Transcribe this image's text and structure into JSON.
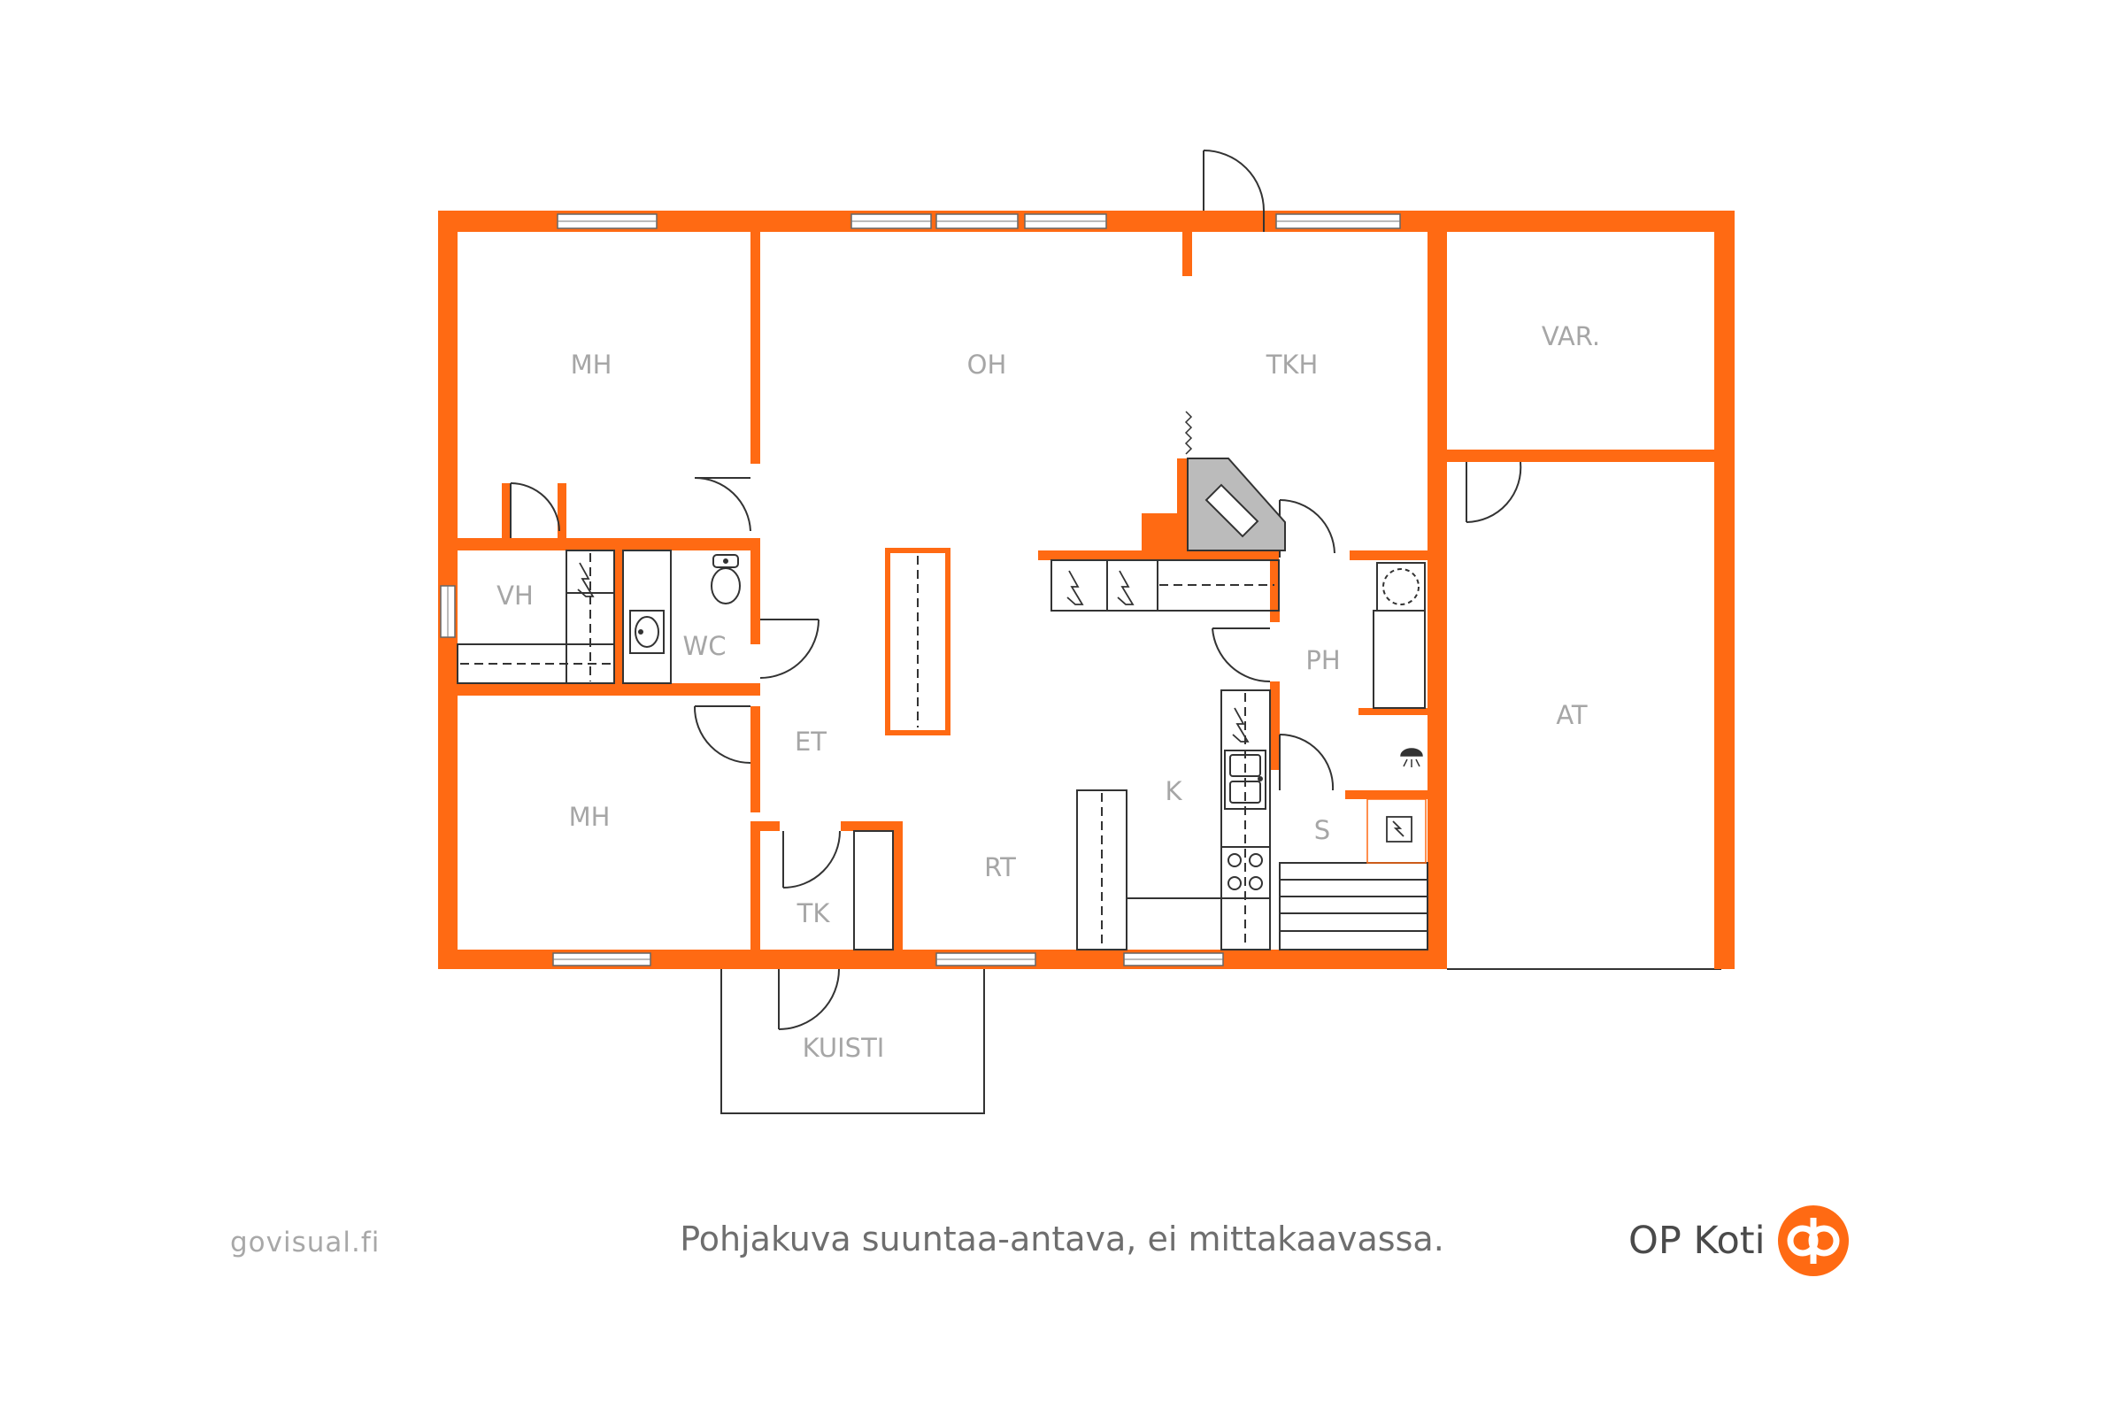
{
  "rooms": {
    "mh_top": "MH",
    "oh": "OH",
    "tkh": "TKH",
    "var": "VAR.",
    "vh": "VH",
    "wc": "WC",
    "ph": "PH",
    "at": "AT",
    "et": "ET",
    "mh_bottom": "MH",
    "k": "K",
    "s": "S",
    "rt": "RT",
    "tk": "TK",
    "kuisti": "KUISTI"
  },
  "footer": {
    "credit": "govisual.fi",
    "note": "Pohjakuva suuntaa-antava, ei mittakaavassa.",
    "brand": "OP Koti"
  },
  "colors": {
    "wall": "#ff6a13",
    "label": "#a6a6a6",
    "brand": "#ff6a13"
  },
  "icons": [
    "electric-outlet-icon",
    "toilet-icon",
    "sink-icon",
    "stove-icon",
    "shower-icon",
    "fireplace-icon",
    "washing-machine-icon",
    "logo-icon"
  ]
}
